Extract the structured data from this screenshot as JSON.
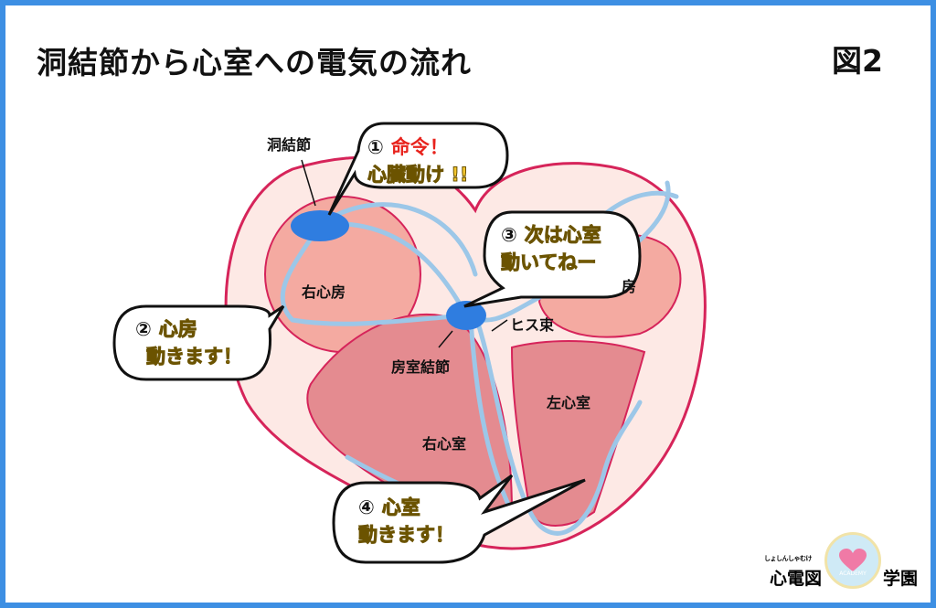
{
  "title": "洞結節から心室への電気の流れ",
  "figure_label": "図2",
  "labels": {
    "sa_node": "洞結節",
    "right_atrium": "右心房",
    "av_node": "房室結節",
    "his_bundle": "ヒス束",
    "left_ventricle": "左心室",
    "right_ventricle": "右心室",
    "left_atrium_partial": "房"
  },
  "bubbles": [
    {
      "num": "①",
      "line1": "命令！",
      "line2": "心臓動け !!"
    },
    {
      "num": "②",
      "line1": "心房",
      "line2": "動きます！"
    },
    {
      "num": "③",
      "line1": "次は心室",
      "line2": "動いてねー"
    },
    {
      "num": "④",
      "line1": "心室",
      "line2": "動きます！"
    }
  ],
  "logo": {
    "ruby": "しょしんしゃむけ",
    "left": "心電図",
    "right": "学園",
    "badge": "ACADEMY"
  },
  "colors": {
    "border": "#3d8fe3",
    "heart_outline": "#d6245a",
    "heart_fill": "#fde9e5",
    "atrium": "#f4aaa1",
    "ventricle": "#e48b90",
    "conduction": "#9cc7e8",
    "node": "#2f7de0",
    "highlight": "#f3c62e"
  }
}
